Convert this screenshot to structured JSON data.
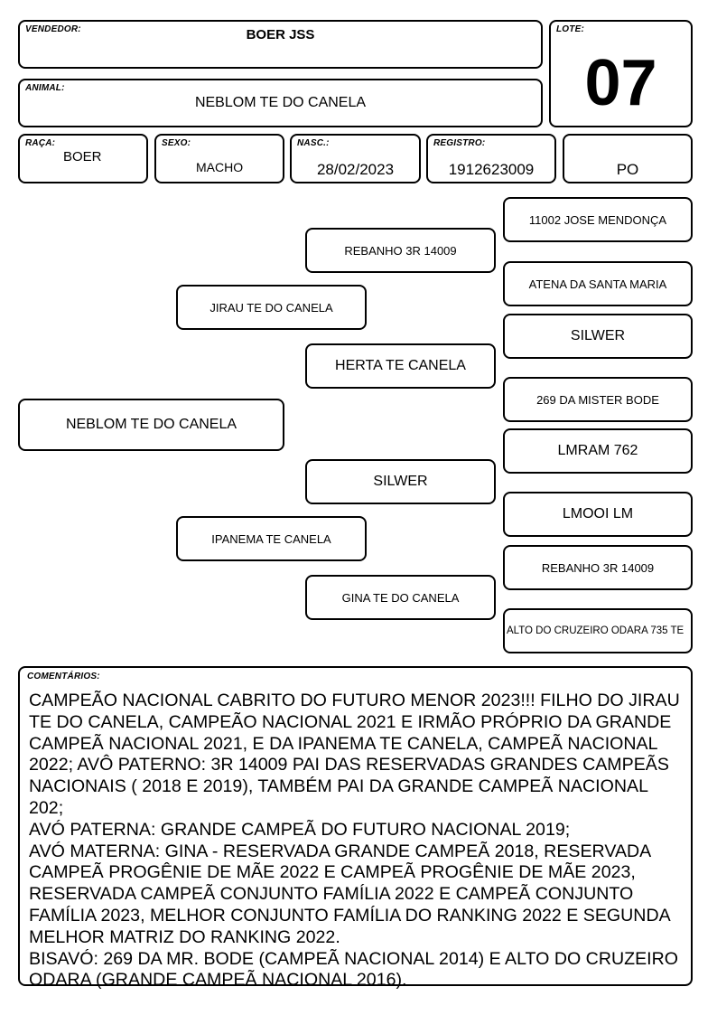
{
  "header": {
    "vendor_label": "VENDEDOR:",
    "vendor": "BOER JSS",
    "lot_label": "LOTE:",
    "lot": "07",
    "animal_label": "ANIMAL:",
    "animal": "NEBLOM TE DO CANELA"
  },
  "details": {
    "breed_label": "RAÇA:",
    "breed": "BOER",
    "sex_label": "SEXO:",
    "sex": "MACHO",
    "birth_label": "NASC.:",
    "birth": "28/02/2023",
    "registry_label": "REGISTRO:",
    "registry": "1912623009",
    "category": "PO"
  },
  "pedigree": {
    "animal": "NEBLOM TE DO CANELA",
    "sire": "JIRAU TE DO CANELA",
    "dam": "IPANEMA TE CANELA",
    "sire_sire": "REBANHO 3R 14009",
    "sire_dam": "HERTA TE CANELA",
    "dam_sire": "SILWER",
    "dam_dam": "GINA TE DO CANELA",
    "ggp": [
      "11002 JOSE MENDONÇA",
      "ATENA DA SANTA MARIA",
      "SILWER",
      "269 DA MISTER BODE",
      "LMRAM 762",
      "LMOOI LM",
      "REBANHO 3R 14009",
      "ALTO DO CRUZEIRO ODARA 735 TE"
    ]
  },
  "comments": {
    "label": "COMENTÁRIOS:",
    "lines": [
      "CAMPEÃO NACIONAL CABRITO DO FUTURO MENOR 2023!!! FILHO DO JIRAU TE DO CANELA, CAMPEÃO NACIONAL 2021 E IRMÃO PRÓPRIO DA GRANDE CAMPEÃ NACIONAL 2021, E DA IPANEMA TE CANELA, CAMPEÃ NACIONAL 2022; AVÔ PATERNO: 3R 14009 PAI DAS RESERVADAS GRANDES CAMPEÃS NACIONAIS ( 2018 E 2019), TAMBÉM PAI DA GRANDE CAMPEÃ NACIONAL 202;",
      "AVÓ PATERNA: GRANDE CAMPEÃ DO FUTURO NACIONAL 2019;",
      "AVÓ MATERNA: GINA - RESERVADA GRANDE CAMPEÃ 2018, RESERVADA CAMPEÃ PROGÊNIE DE MÃE 2022 E CAMPEÃ PROGÊNIE DE MÃE 2023, RESERVADA CAMPEÃ CONJUNTO FAMÍLIA 2022 E CAMPEÃ CONJUNTO FAMÍLIA 2023, MELHOR CONJUNTO FAMÍLIA DO RANKING 2022 E SEGUNDA MELHOR MATRIZ DO RANKING 2022.",
      "BISAVÓ: 269 DA MR. BODE (CAMPEÃ NACIONAL 2014) E ALTO DO CRUZEIRO ODARA (GRANDE CAMPEÃ NACIONAL 2016)."
    ]
  }
}
